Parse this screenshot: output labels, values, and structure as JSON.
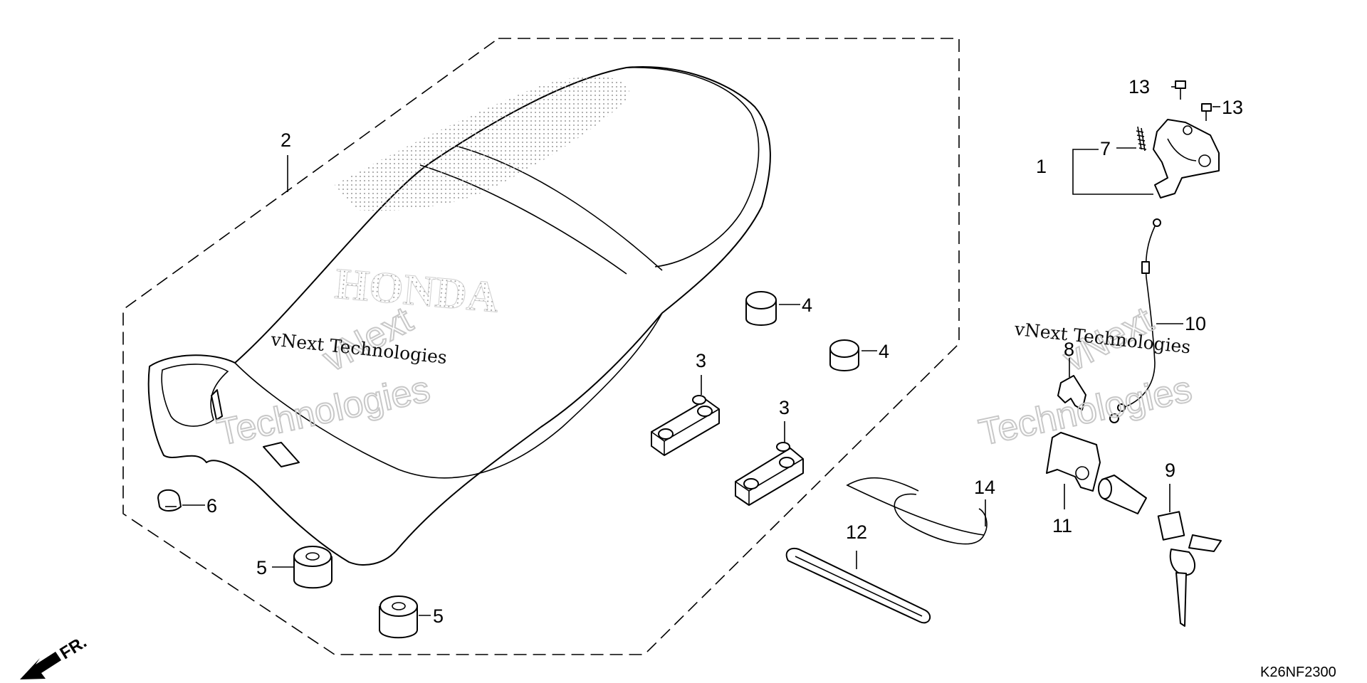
{
  "diagram": {
    "callouts": {
      "c1": "1",
      "c2": "2",
      "c3a": "3",
      "c3b": "3",
      "c4a": "4",
      "c4b": "4",
      "c5a": "5",
      "c5b": "5",
      "c6": "6",
      "c7": "7",
      "c8": "8",
      "c9": "9",
      "c10": "10",
      "c11": "11",
      "c12": "12",
      "c13a": "13",
      "c13b": "13",
      "c14": "14"
    },
    "front_marker": "FR.",
    "diagram_code": "K26NF2300",
    "seat_logo_text": "HONDA",
    "watermark": {
      "small": "vNext Technologies",
      "big_line1": "vNext",
      "big_line2": "Technologies"
    }
  }
}
